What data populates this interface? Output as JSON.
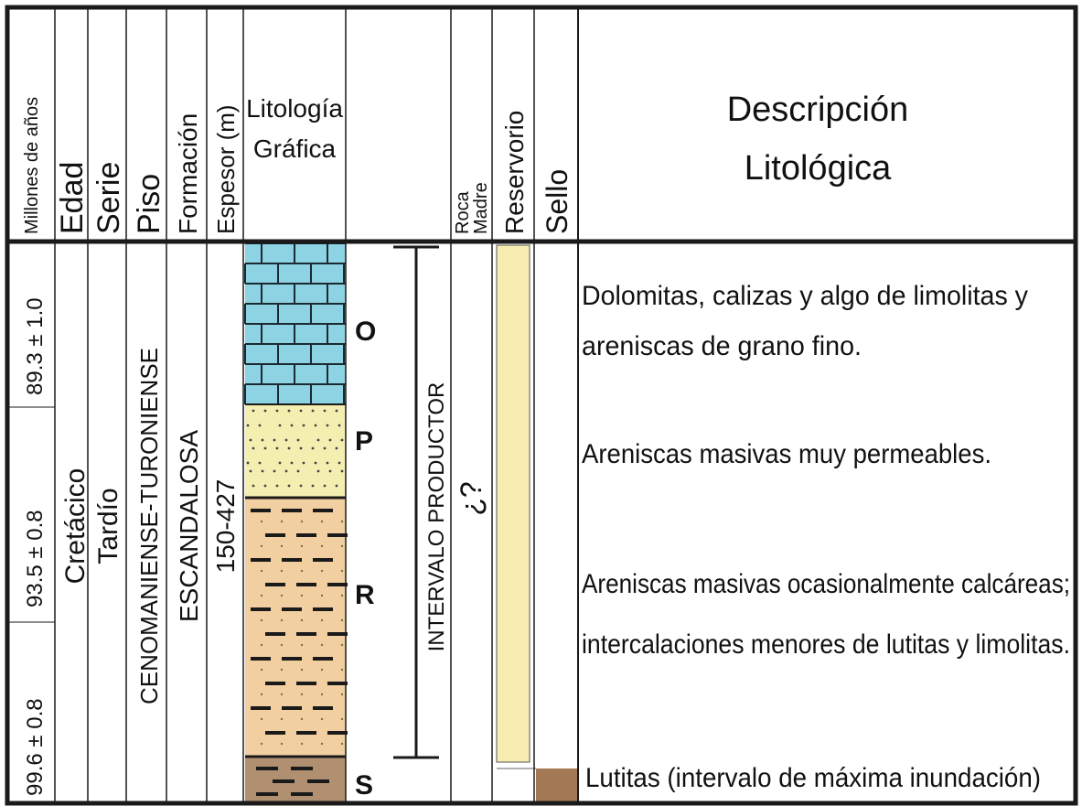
{
  "headers": {
    "millones": "Millones de años",
    "edad": "Edad",
    "serie": "Serie",
    "piso": "Piso",
    "formacion": "Formación",
    "espesor": "Espesor (m)",
    "litologia_1": "Litología",
    "litologia_2": "Gráfica",
    "roca_1": "Roca",
    "roca_2": "Madre",
    "reservorio": "Reservorio",
    "sello": "Sello",
    "descripcion_1": "Descripción",
    "descripcion_2": "Litológica"
  },
  "ages": {
    "top": "89.3 ± 1.0",
    "middle": "93.5 ± 0.8",
    "bottom": "99.6 ± 0.8"
  },
  "column_values": {
    "edad": "Cretácico",
    "serie": "Tardío",
    "piso": "CENOMANIENSE-TURONIENSE",
    "formacion": "ESCANDALOSA",
    "espesor": "150-427",
    "intervalo": "INTERVALO PRODUCTOR",
    "roca_madre": "¿?"
  },
  "units": [
    {
      "label": "O",
      "lithology": "dolomite-limestone",
      "color": "#8ed3e3",
      "description": "Dolomitas, calizas y algo de limolitas y",
      "description_2": "areniscas de grano fino."
    },
    {
      "label": "P",
      "lithology": "sandstone",
      "color": "#f5eeb1",
      "description": "Areniscas masivas muy permeables.",
      "description_2": ""
    },
    {
      "label": "R",
      "lithology": "calcareous-sandstone-shale",
      "color": "#f2cfa0",
      "description": "Areniscas masivas ocasionalmente calcáreas;",
      "description_2": "intercalaciones menores de lutitas y limolitas."
    },
    {
      "label": "S",
      "lithology": "shale",
      "color": "#b09070",
      "description": "Lutitas (intervalo de máxima inundación)",
      "description_2": ""
    }
  ],
  "colors": {
    "reservorio_fill": "#f8edb0",
    "sello_fill": "#a37a55",
    "frame": "#1a1a1a"
  }
}
